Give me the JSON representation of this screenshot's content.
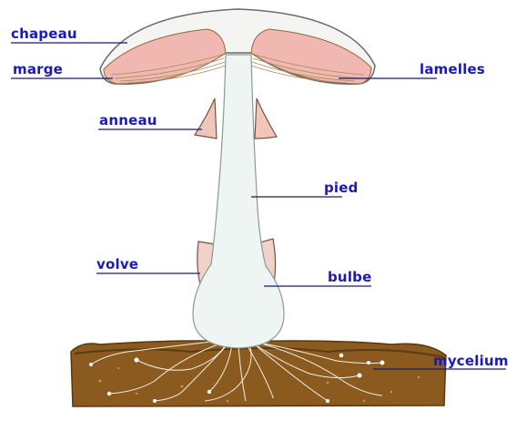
{
  "labels": {
    "chapeau": "chapeau",
    "marge": "marge",
    "anneau": "anneau",
    "volve": "volve",
    "lamelles": "lamelles",
    "pied": "pied",
    "bulbe": "bulbe",
    "mycelium": "mycelium"
  },
  "colors": {
    "label_text": "#1a1ab8",
    "leader_line": "#1a1a6e",
    "stem_fill": "#eef5f2",
    "gill_fill": "#f0b8b0",
    "soil": "#8a5a1e"
  }
}
